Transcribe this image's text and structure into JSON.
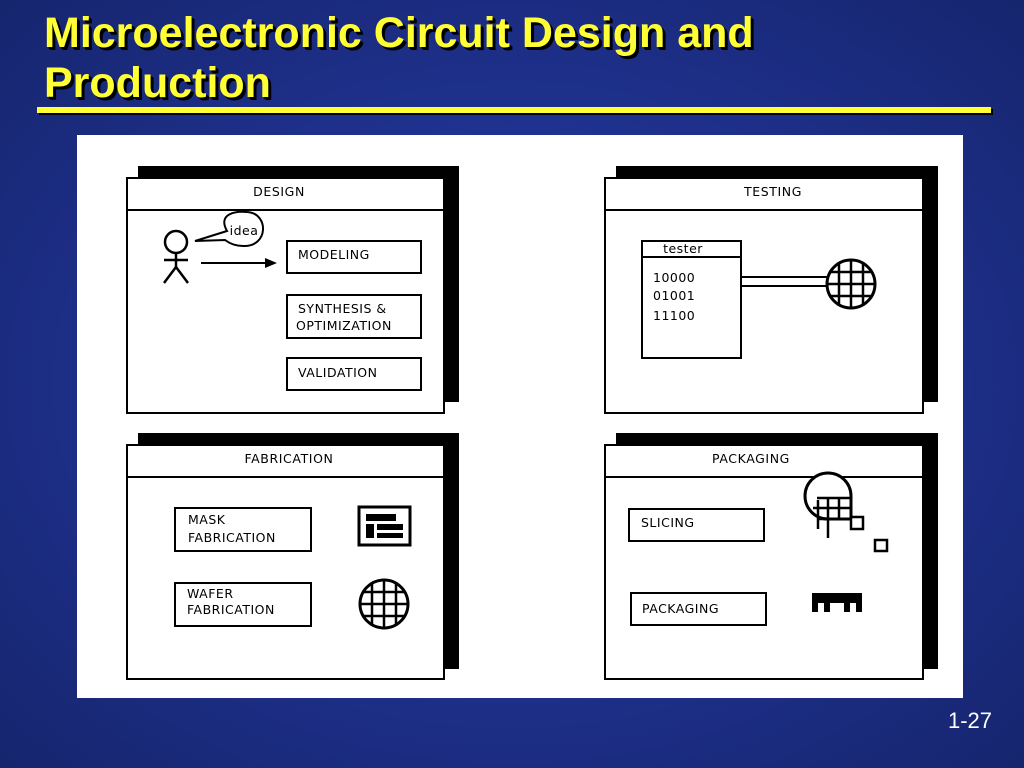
{
  "slide": {
    "title": "Microelectronic Circuit Design and Production",
    "page_number": "1-27"
  },
  "panels": {
    "design": {
      "header": "DESIGN",
      "bubble": "idea",
      "modeling": "MODELING",
      "synthesis_line1": "SYNTHESIS  &",
      "synthesis_line2": "OPTIMIZATION",
      "validation": "VALIDATION"
    },
    "testing": {
      "header": "TESTING",
      "tester_label": "tester",
      "patterns": [
        "10000",
        "01001",
        "11100"
      ]
    },
    "fabrication": {
      "header": "FABRICATION",
      "mask_line1": "MASK",
      "mask_line2": "FABRICATION",
      "wafer_line1": "WAFER",
      "wafer_line2": "FABRICATION"
    },
    "packaging": {
      "header": "PACKAGING",
      "slicing": "SLICING",
      "packaging": "PACKAGING"
    }
  },
  "colors": {
    "background": "#1f3290",
    "title": "#ffff33",
    "figure_bg": "#ffffff"
  },
  "icons": [
    "stick-figure-icon",
    "wafer-grid-icon",
    "mask-layout-icon",
    "sliced-wafer-icon",
    "chip-package-icon"
  ]
}
